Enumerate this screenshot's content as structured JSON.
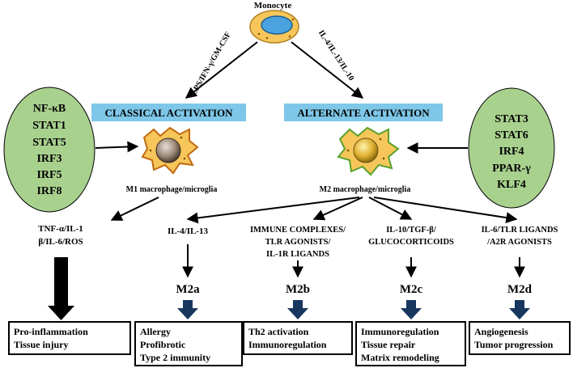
{
  "top": {
    "monocyte_label": "Monocyte",
    "left_arrow_label": "LPS/IFN-γ/GM-CSF",
    "right_arrow_label": "IL-4/IL-13/IL-10"
  },
  "activation": {
    "classical": "CLASSICAL ACTIVATION",
    "alternate": "ALTERNATE ACTIVATION",
    "box_color": "#7ec7e8"
  },
  "left_factors": [
    "NF-κB",
    "STAT1",
    "STAT5",
    "IRF3",
    "IRF5",
    "IRF8"
  ],
  "right_factors": [
    "STAT3",
    "STAT6",
    "IRF4",
    "PPAR-γ",
    "KLF4"
  ],
  "ellipse_color": "#a9d18e",
  "m1": {
    "label": "M1 macrophage/microglia",
    "cytokines": [
      "TNF-α/IL-1",
      "β/IL-6/ROS"
    ],
    "outcomes": [
      "Pro-inflammation",
      "Tissue injury"
    ]
  },
  "m2": {
    "label": "M2 macrophage/microglia",
    "subtypes": [
      {
        "inducers": [
          "IL-4/IL-13"
        ],
        "name": "M2a",
        "functions": [
          "Allergy",
          "Profibrotic",
          "Type 2 immunity"
        ]
      },
      {
        "inducers": [
          "IMMUNE COMPLEXES/",
          "TLR AGONISTS/",
          "IL-1R LIGANDS"
        ],
        "name": "M2b",
        "functions": [
          "Th2 activation",
          "Immunoregulation"
        ]
      },
      {
        "inducers": [
          "IL-10/TGF-β/",
          "GLUCOCORTICOIDS"
        ],
        "name": "M2c",
        "functions": [
          "Immunoregulation",
          "Tissue repair",
          "Matrix remodeling"
        ]
      },
      {
        "inducers": [
          "IL-6/TLR LIGANDS",
          "/A2R AGONISTS"
        ],
        "name": "M2d",
        "functions": [
          "Angiogenesis",
          "Tumor progression"
        ]
      }
    ]
  },
  "colors": {
    "block_arrow": "#17375e",
    "cell_body": "#f6c65b",
    "monocyte_nucleus": "#4aa3df",
    "m1_nucleus": "#8a7a6a",
    "m2_nucleus": "#d4a017"
  }
}
